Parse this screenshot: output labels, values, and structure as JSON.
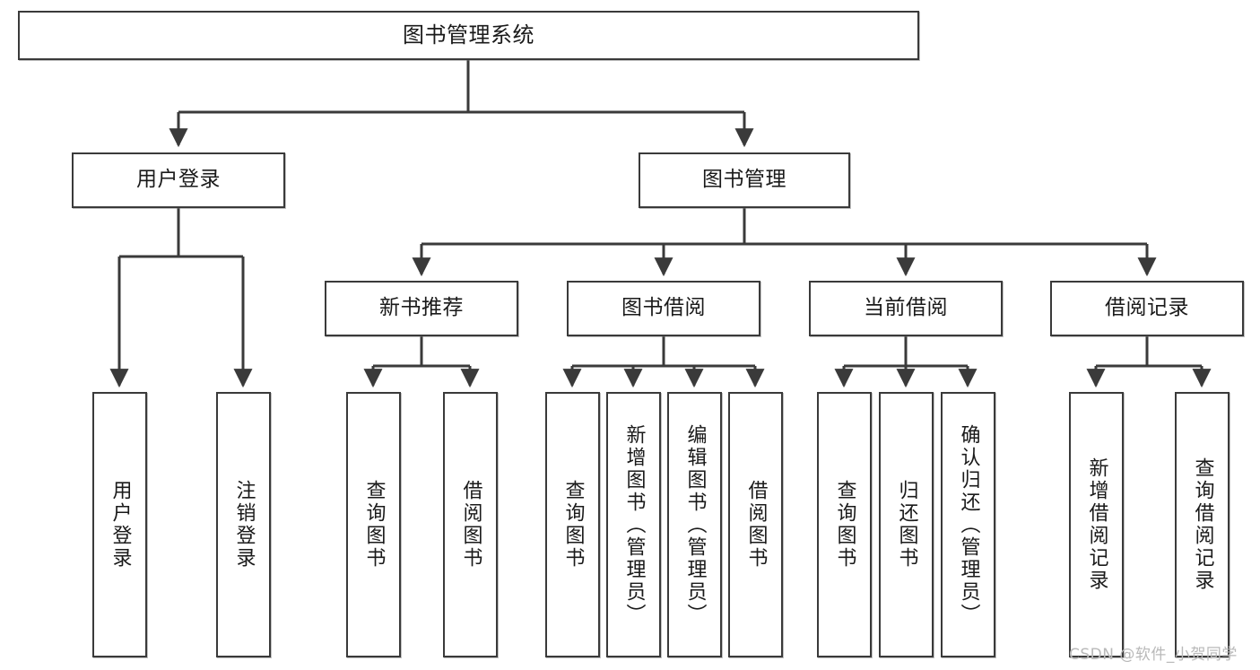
{
  "diagram": {
    "title": "图书管理系统",
    "type": "tree",
    "watermark": "CSDN @软件_小贺同学",
    "colors": {
      "stroke": "#3a3a3a",
      "fill": "#ffffff",
      "text": "#1a1a1a",
      "watermark": "#b9b9b9"
    },
    "nodes": {
      "root": {
        "label": "图书管理系统"
      },
      "level1": [
        {
          "key": "user_login",
          "label": "用户登录"
        },
        {
          "key": "book_manage",
          "label": "图书管理"
        }
      ],
      "level2": [
        {
          "key": "new_book_rec",
          "label": "新书推荐"
        },
        {
          "key": "book_borrow",
          "label": "图书借阅"
        },
        {
          "key": "current_borrow",
          "label": "当前借阅"
        },
        {
          "key": "borrow_record",
          "label": "借阅记录"
        }
      ],
      "leaves": {
        "user_login": [
          {
            "label": "用户登录"
          },
          {
            "label": "注销登录"
          }
        ],
        "new_book_rec": [
          {
            "label": "查询图书"
          },
          {
            "label": "借阅图书"
          }
        ],
        "book_borrow": [
          {
            "label": "查询图书"
          },
          {
            "label": "新增图书（管理员）"
          },
          {
            "label": "编辑图书（管理员）"
          },
          {
            "label": "借阅图书"
          }
        ],
        "current_borrow": [
          {
            "label": "查询图书"
          },
          {
            "label": "归还图书"
          },
          {
            "label": "确认归还（管理员）"
          }
        ],
        "borrow_record": [
          {
            "label": "新增借阅记录"
          },
          {
            "label": "查询借阅记录"
          }
        ]
      }
    }
  }
}
